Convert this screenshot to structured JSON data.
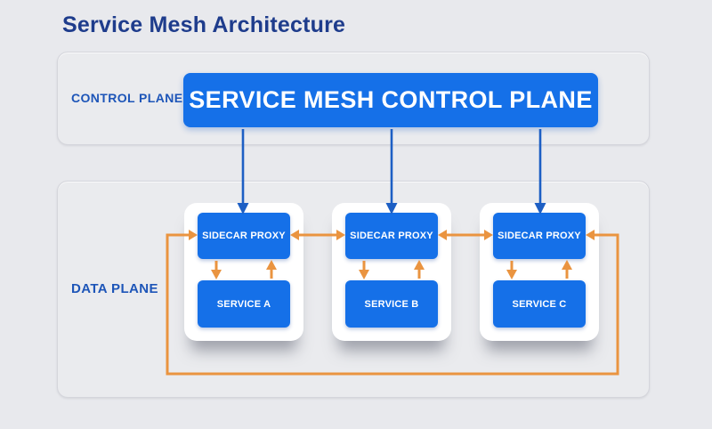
{
  "title": "Service Mesh Architecture",
  "colors": {
    "background": "#e8e9ed",
    "panel_fill": "#eaebee",
    "panel_border": "#d5d6dc",
    "box_blue": "#1570e8",
    "title_navy": "#1e3c8c",
    "label_blue": "#1d55b8",
    "arrow_blue": "#1d5fc4",
    "arrow_orange": "#ea9440",
    "card_white": "#ffffff"
  },
  "control_plane": {
    "label": "CONTROL PLANE",
    "box_label": "SERVICE MESH CONTROL PLANE"
  },
  "data_plane": {
    "label": "DATA PLANE",
    "cards": [
      {
        "proxy_label": "SIDECAR PROXY",
        "service_label": "SERVICE A"
      },
      {
        "proxy_label": "SIDECAR PROXY",
        "service_label": "SERVICE B"
      },
      {
        "proxy_label": "SIDECAR PROXY",
        "service_label": "SERVICE C"
      }
    ]
  }
}
